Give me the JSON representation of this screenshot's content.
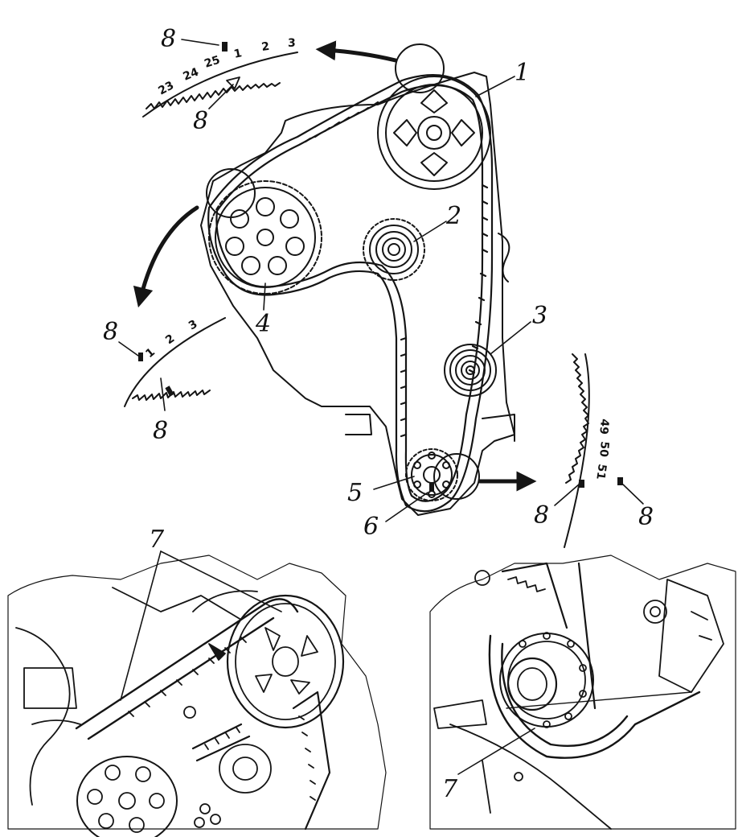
{
  "labels": {
    "camshaft_pulley": "1",
    "tensioner_roller": "2",
    "idler_roller": "3",
    "injection_pump_pulley": "4",
    "crankshaft_sprocket": "5",
    "crank_mark": "6",
    "photo_callout_left": "7",
    "photo_callout_right": "7",
    "timing_mark_cam_mark": "8",
    "timing_mark_cam_arrow": "8",
    "timing_mark_pump_mark": "8",
    "timing_mark_pump_belt": "8",
    "timing_mark_crank_belt": "8",
    "timing_mark_crank_housing": "8"
  },
  "belt_teeth": {
    "cam_detail": [
      "23",
      "24",
      "25",
      "1",
      "2",
      "3"
    ],
    "pump_detail": [
      "1",
      "2",
      "3"
    ],
    "crank_detail": [
      "49",
      "50",
      "51"
    ]
  },
  "colors": {
    "ink": "#151515",
    "paper": "#ffffff"
  },
  "icons": [
    "arrow-right-icon",
    "arrow-curved-down-icon",
    "arrow-down-icon"
  ]
}
